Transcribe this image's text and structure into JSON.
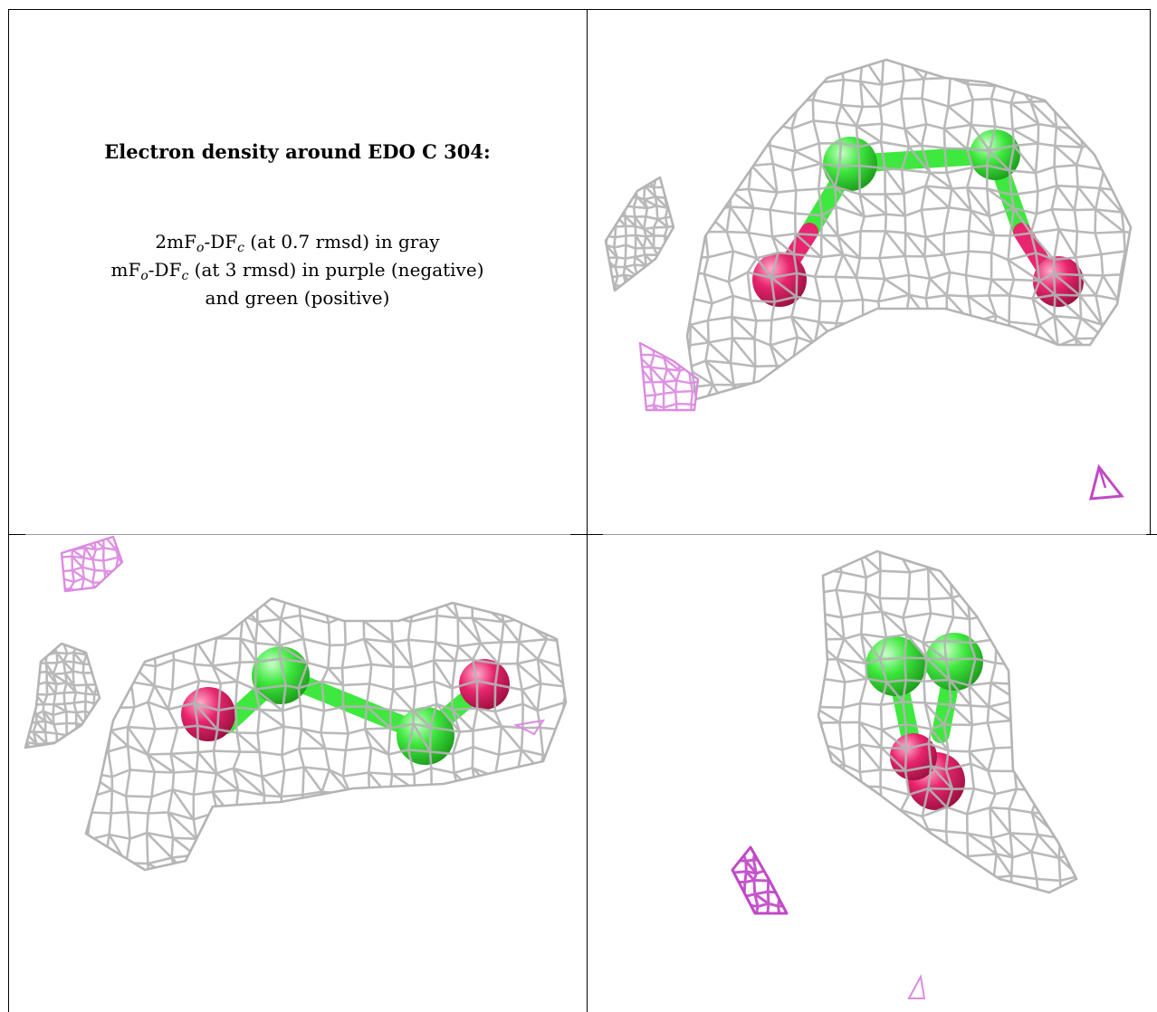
{
  "caption": {
    "title": "Electron density around EDO C 304:",
    "line1": {
      "pre": "2mF",
      "s1": "o",
      "mid": "-DF",
      "s2": "c",
      "post": " (at 0.7 rmsd) in gray"
    },
    "line2": {
      "pre": "mF",
      "s1": "o",
      "mid": "-DF",
      "s2": "c",
      "post": " (at 3 rmsd) in purple (negative)"
    },
    "line3": "and green (positive)"
  },
  "colors": {
    "mesh_2fofc": "#b4b4b4",
    "mesh_neg": "#c048c8",
    "mesh_neg_light": "#dc8ae0",
    "carbon": "#3ee83e",
    "oxygen": "#e8256e"
  },
  "icons": [
    "density-mesh",
    "ethylene-glycol-stick-model",
    "difference-density-mesh"
  ]
}
